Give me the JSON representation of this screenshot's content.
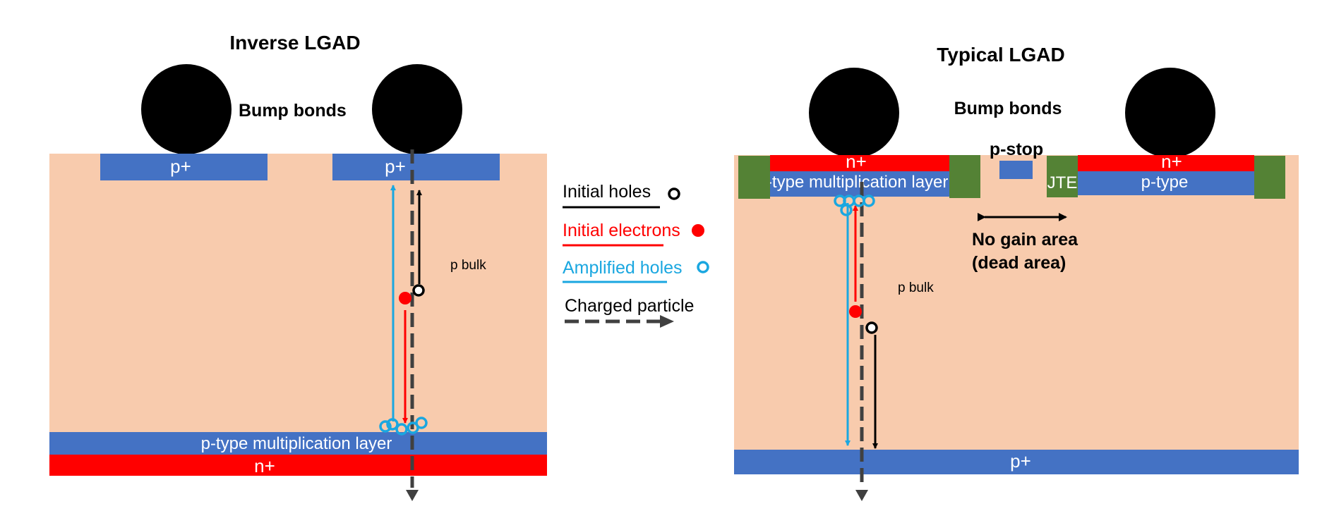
{
  "left": {
    "title": "Inverse LGAD",
    "bump_bonds": "Bump bonds",
    "pad_left": "p+",
    "pad_right": "p+",
    "bulk": "p bulk",
    "multiplication_layer": "p-type multiplication layer",
    "bottom": "n+"
  },
  "right": {
    "title": "Typical LGAD",
    "bump_bonds": "Bump bonds",
    "pstop": "p-stop",
    "n_left": "n+",
    "n_right": "n+",
    "multiplication_layer": "p-type multiplication layer",
    "jte": "JTE",
    "ptype": "p-type",
    "no_gain_line1": "No gain area",
    "no_gain_line2": "(dead area)",
    "bulk": "p bulk",
    "bottom": "p+"
  },
  "legend": {
    "initial_holes": "Initial holes",
    "initial_electrons": "Initial electrons",
    "amplified_holes": "Amplified holes",
    "charged_particle": "Charged particle"
  },
  "colors": {
    "bulk": "#f8cbad",
    "blue": "#4472c4",
    "red": "#ff0000",
    "green": "#548235",
    "cyan": "#1aa7e0",
    "black": "#000000",
    "dash": "#404040"
  }
}
